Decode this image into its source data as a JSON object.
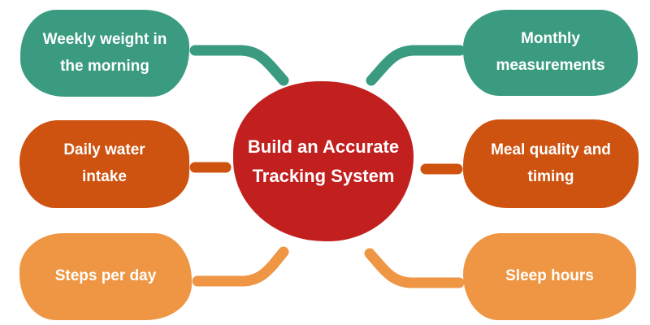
{
  "canvas": {
    "background": "#ffffff"
  },
  "center": {
    "label": "Build an Accurate Tracking System",
    "color": "#C21F1F",
    "text_color": "#ffffff"
  },
  "nodes": [
    {
      "id": "weekly-weight",
      "label": "Weekly weight in the morning",
      "color": "#3A9B80"
    },
    {
      "id": "monthly-measurements",
      "label": "Monthly measurements",
      "color": "#3A9B80"
    },
    {
      "id": "daily-water-intake",
      "label": "Daily water intake",
      "color": "#CE5310"
    },
    {
      "id": "meal-quality-timing",
      "label": "Meal quality and timing",
      "color": "#CE5310"
    },
    {
      "id": "steps-per-day",
      "label": "Steps per day",
      "color": "#EE9643"
    },
    {
      "id": "sleep-hours",
      "label": "Sleep hours",
      "color": "#EE9643"
    }
  ]
}
